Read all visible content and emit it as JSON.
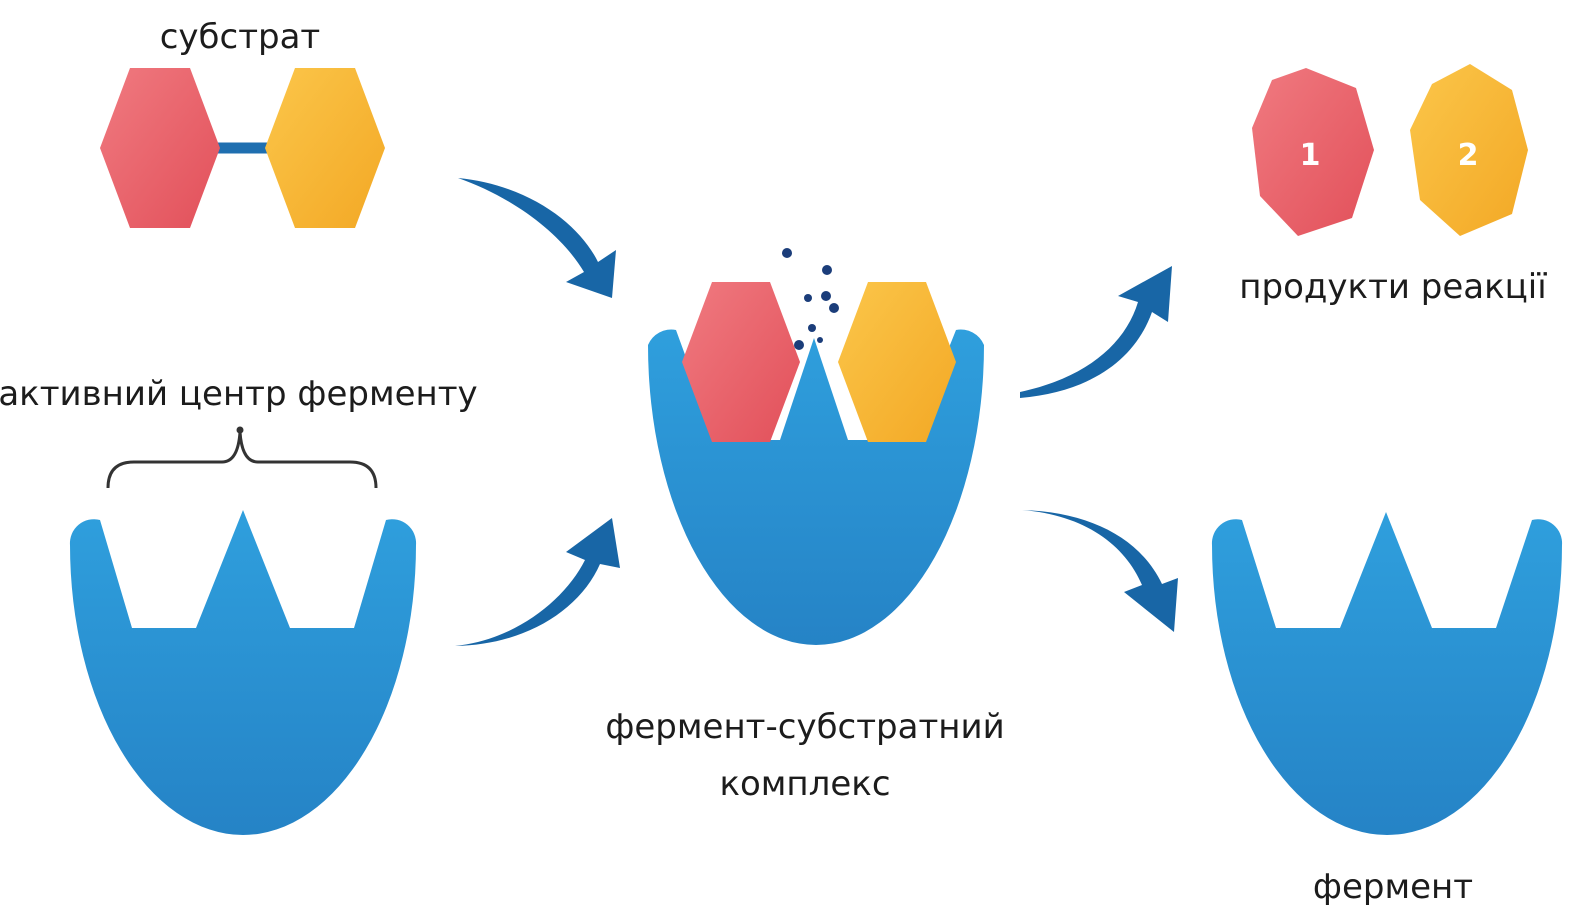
{
  "labels": {
    "substrate": "субстрат",
    "active_site": "активний центр ферменту",
    "products": "продукти реакції",
    "complex_line1": "фермент-субстратний",
    "complex_line2": "комплекс",
    "enzyme": "фермент",
    "product_1": "1",
    "product_2": "2"
  },
  "colors": {
    "enzyme_blue": "#2a95d5",
    "enzyme_blue_dark": "#1f7cc0",
    "arrow_blue": "#1866a6",
    "red_molecule": "#ea5c63",
    "yellow_molecule": "#f6b630",
    "dot_navy": "#1b3d7a"
  }
}
